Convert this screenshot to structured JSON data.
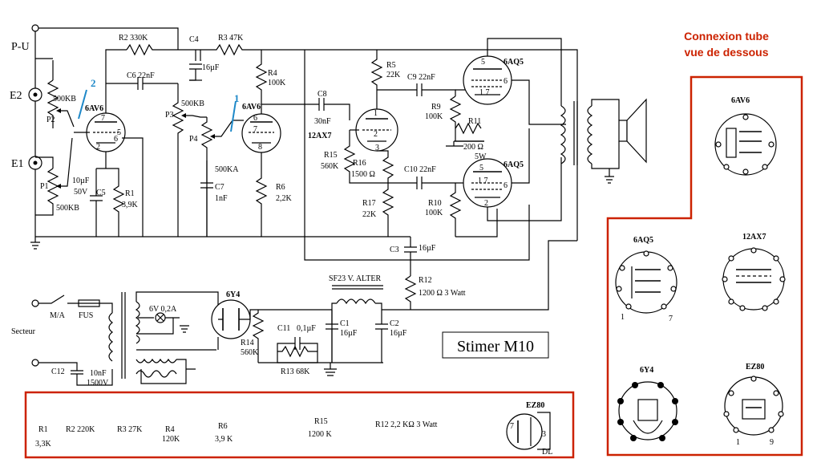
{
  "title": "Stimer M10",
  "connexion_note": [
    "Connexion tube",
    "vue de dessous"
  ],
  "inputs": {
    "pu": "P-U",
    "e2": "E2",
    "e1": "E1",
    "secteur": "Secteur",
    "ma": "M/A",
    "fus": "FUS"
  },
  "markers": {
    "m1": "1",
    "m2": "2"
  },
  "components": {
    "r2": "R2  330K",
    "c4": "C4",
    "c4v": "16µF",
    "r3": "R3  47K",
    "c6": "C6  22nF",
    "p2v": "500KB",
    "p2": "P2",
    "p1": "P1",
    "p1v": "500KB",
    "c5v": "10µF",
    "c5v2": "50V",
    "c5": "C5",
    "r1": "R1",
    "r1v": "3,9K",
    "p3v": "500KB",
    "p3": "P3",
    "p4": "P4",
    "p4v": "500KA",
    "c7": "C7",
    "c7v": "1nF",
    "r4": "R4",
    "r4v": "100K",
    "r6": "R6",
    "r6v": "2,2K",
    "c8": "C8",
    "c8v": "30nF",
    "r5": "R5",
    "r5v": "22K",
    "c9": "C9  22nF",
    "r15": "R15",
    "r15v": "560K",
    "r16": "R16",
    "r16v": "1500 Ω",
    "r9": "R9",
    "r9v": "100K",
    "r11": "R11",
    "r11v": "200 Ω",
    "r11p": "5W",
    "c10": "C10  22nF",
    "r17": "R17",
    "r17v": "22K",
    "r10": "R10",
    "r10v": "100K",
    "c3": "C3",
    "c3v": "16µF",
    "r12": "R12",
    "r12v": "1200 Ω  3 Watt",
    "self": "SF23 V. ALTER",
    "heater": "6V 0,2A",
    "r14": "R14",
    "r14v": "560K",
    "c11": "C11",
    "c11v": "0,1µF",
    "r13": "R13  68K",
    "c1": "C1",
    "c1v": "16µF",
    "c2": "C2",
    "c2v": "16µF",
    "c12": "C12",
    "c12v": "10nF",
    "c12v2": "1500V"
  },
  "tubes": {
    "v1": "6AV6",
    "v2": "6AV6",
    "v3": "12AX7",
    "v4": "6AQ5",
    "v5": "6AQ5",
    "rect": "6Y4"
  },
  "pinouts": {
    "p6av6": "6AV6",
    "p6aq5": "6AQ5",
    "p12ax7": "12AX7",
    "p6y4": "6Y4",
    "pez80": "EZ80",
    "aq5_pin1": "1",
    "aq5_pin7": "7",
    "ez80_pin1": "1",
    "ez80_pin9": "9"
  },
  "corrections": {
    "r1": "R1",
    "r1v": "3,3K",
    "r2": "R2  220K",
    "r3": "R3   27K",
    "r4": "R4",
    "r4v": "120K",
    "r6": "R6",
    "r6v": "3,9 K",
    "r15": "R15",
    "r15v": "1200 K",
    "r12": "R12  2,2 KΩ  3 Watt",
    "ez80": "EZ80",
    "ez80_p3": "3",
    "ez80_p7": "7",
    "ez80_pin": "DL"
  },
  "colors": {
    "red_frame": "#cc2200",
    "blue_marker": "#1e88c8",
    "ink": "#000000"
  }
}
